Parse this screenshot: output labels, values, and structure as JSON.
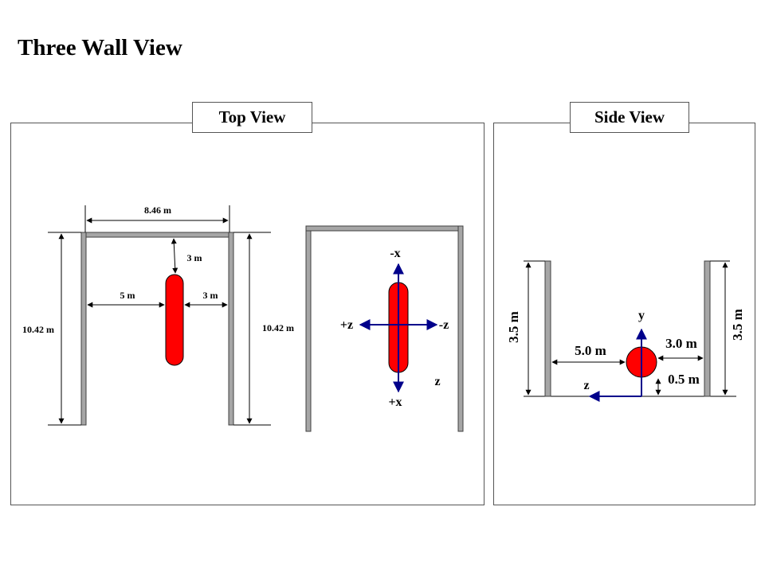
{
  "title": "Three Wall View",
  "top_view": {
    "label": "Top View",
    "dims": {
      "width": "8.46 m",
      "left_length": "10.42 m",
      "right_length": "10.42 m",
      "front_gap": "3 m",
      "left_gap": "5 m",
      "right_gap": "3 m"
    },
    "axes": {
      "minus_x": "-x",
      "plus_x": "+x",
      "plus_z": "+z",
      "minus_z": "-z",
      "z": "z"
    }
  },
  "side_view": {
    "label": "Side View",
    "dims": {
      "left_height": "3.5 m",
      "right_height": "3.5 m",
      "left_dist": "5.0 m",
      "right_dist": "3.0 m",
      "ground_height": "0.5 m"
    },
    "axes": {
      "y": "y",
      "z": "z"
    }
  },
  "colors": {
    "wall": "#a6a6a6",
    "object": "#ff0000",
    "axis": "#00008b"
  }
}
